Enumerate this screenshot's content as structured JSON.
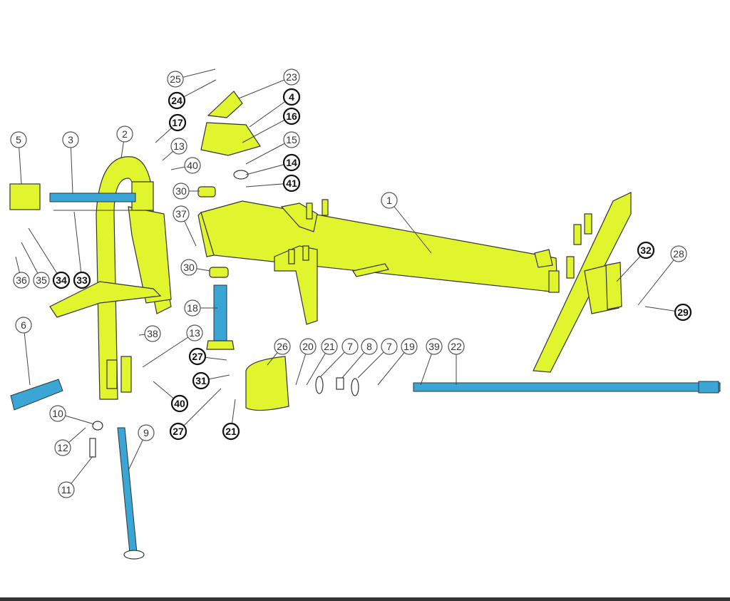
{
  "diagram": {
    "type": "exploded-parts-diagram",
    "colors": {
      "highlight_yellow": "#e1f52f",
      "highlight_blue": "#3aa6d6"
    },
    "callouts": [
      "25",
      "24",
      "23",
      "4",
      "16",
      "15",
      "14",
      "41",
      "17",
      "13",
      "40",
      "5",
      "3",
      "2",
      "30",
      "37",
      "1",
      "32",
      "28",
      "29",
      "30",
      "18",
      "36",
      "35",
      "34",
      "33",
      "6",
      "38",
      "13",
      "27",
      "31",
      "40",
      "27",
      "21",
      "26",
      "20",
      "21",
      "7",
      "8",
      "7",
      "19",
      "39",
      "22",
      "10",
      "12",
      "9",
      "11"
    ]
  }
}
